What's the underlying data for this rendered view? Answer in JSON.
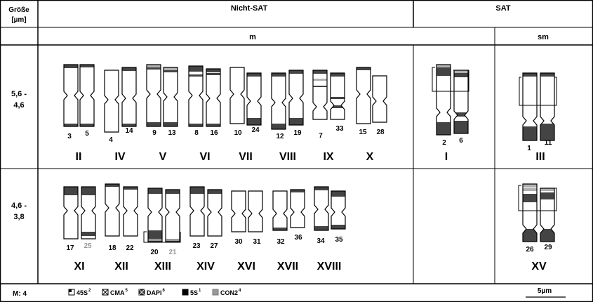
{
  "header": {
    "size_label_line1": "Größe",
    "size_label_line2": "[µm]",
    "non_sat": "Nicht-SAT",
    "sat": "SAT",
    "m": "m",
    "sm": "sm"
  },
  "rows": [
    {
      "size_top": "5,6 -",
      "size_bottom": "4,6"
    },
    {
      "size_top": "4,6 -",
      "size_bottom": "3,8"
    }
  ],
  "colors": {
    "dapi": "#444444",
    "con2": "#999999",
    "band_45s": "#b0b0b0",
    "outline": "#000000",
    "grid": "#000000"
  },
  "row1_groups": [
    {
      "roman": "II",
      "labels": [
        "3",
        "5"
      ]
    },
    {
      "roman": "IV",
      "labels": [
        "4",
        "14"
      ]
    },
    {
      "roman": "V",
      "labels": [
        "9",
        "13"
      ]
    },
    {
      "roman": "VI",
      "labels": [
        "8",
        "16"
      ]
    },
    {
      "roman": "VII",
      "labels": [
        "10",
        "24"
      ]
    },
    {
      "roman": "VIII",
      "labels": [
        "12",
        "19"
      ]
    },
    {
      "roman": "IX",
      "labels": [
        "7",
        "33"
      ]
    },
    {
      "roman": "X",
      "labels": [
        "15",
        "28"
      ]
    },
    {
      "roman": "I",
      "labels": [
        "2",
        "6"
      ]
    },
    {
      "roman": "III",
      "labels": [
        "1",
        "11"
      ]
    }
  ],
  "row2_groups": [
    {
      "roman": "XI",
      "labels": [
        "17",
        "25"
      ]
    },
    {
      "roman": "XII",
      "labels": [
        "18",
        "22"
      ]
    },
    {
      "roman": "XIII",
      "labels": [
        "20",
        "21"
      ]
    },
    {
      "roman": "XIV",
      "labels": [
        "23",
        "27"
      ]
    },
    {
      "roman": "XVI",
      "labels": [
        "30",
        "31"
      ]
    },
    {
      "roman": "XVII",
      "labels": [
        "32",
        "36"
      ]
    },
    {
      "roman": "XVIII",
      "labels": [
        "34",
        "35"
      ]
    },
    {
      "roman": "XV",
      "labels": [
        "26",
        "29"
      ]
    }
  ],
  "footer": {
    "m_label": "M: 4",
    "legend": [
      {
        "icon": "45s-rdna-symbol",
        "label": "45S",
        "sup": "2"
      },
      {
        "icon": "cma-symbol",
        "label": "CMA",
        "sup": "5"
      },
      {
        "icon": "dapi-symbol",
        "label": "DAPI",
        "sup": "6"
      },
      {
        "icon": "5s-rdna-symbol",
        "label": "5S",
        "sup": "1"
      },
      {
        "icon": "con2-symbol",
        "label": "CON2",
        "sup": "4"
      }
    ],
    "scale_label": "5µm"
  }
}
